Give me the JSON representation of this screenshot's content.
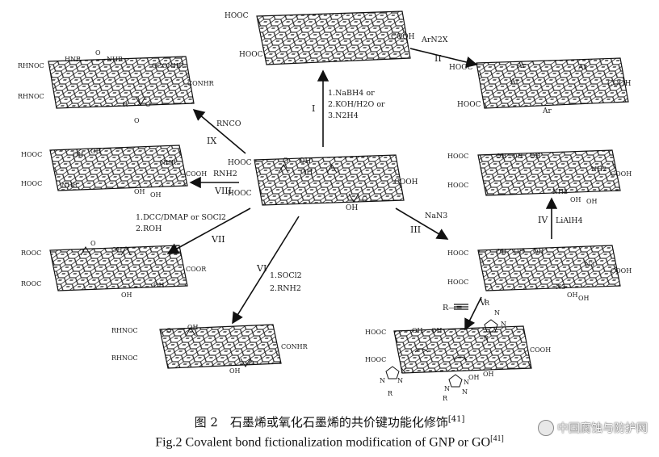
{
  "sheets": {
    "top": {
      "labels": [
        "HOOC",
        "COOH",
        "HOOC"
      ]
    },
    "topright": {
      "labels": [
        "HOOC",
        "Ar",
        "Ar",
        "COOH",
        "Ar",
        "HOOC",
        "Ar"
      ]
    },
    "topleft": {
      "labels": [
        "RHNOC",
        "HNR",
        "O",
        "NHR",
        "OCONHR",
        "CONHR",
        "RHNOC",
        "R",
        "O",
        "O"
      ]
    },
    "center": {
      "labels": [
        "HOOC",
        "O",
        "OH",
        "OH",
        "COOH",
        "HOOC",
        "OH",
        "O"
      ]
    },
    "left1": {
      "labels": [
        "HOOC",
        "OH",
        "OH",
        "NHR",
        "COOH",
        "HOOC",
        "NHR",
        "OH",
        "OH"
      ]
    },
    "right1": {
      "labels": [
        "HOOC",
        "OH",
        "OH",
        "OH",
        "NH2",
        "COOH",
        "HOOC",
        "NH2",
        "OH",
        "OH"
      ]
    },
    "left2": {
      "labels": [
        "ROOC",
        "O",
        "OH",
        "COOR",
        "ROOC",
        "OH",
        "OH"
      ]
    },
    "right2": {
      "labels": [
        "HOOC",
        "OH",
        "OH",
        "OH",
        "N3",
        "COOH",
        "HOOC",
        "N3",
        "OH",
        "OH"
      ]
    },
    "bottom_left": {
      "labels": [
        "RHNOC",
        "O",
        "OH",
        "CONHR",
        "RHNOC",
        "OH",
        "O"
      ]
    },
    "bottom_right": {
      "labels": [
        "HOOC",
        "OH",
        "OH",
        "N",
        "N",
        "N",
        "R",
        "COOH",
        "HOOC",
        "OH",
        "OH",
        "N",
        "N",
        "N",
        "N",
        "N",
        "N",
        "R",
        "R"
      ]
    }
  },
  "reactions": [
    {
      "numeral": "I",
      "reagents": [
        "1.NaBH4 or",
        "2.KOH/H2O or",
        "3.N2H4"
      ]
    },
    {
      "numeral": "II",
      "reagents": [
        "ArN2X"
      ]
    },
    {
      "numeral": "III",
      "reagents": [
        "NaN3"
      ]
    },
    {
      "numeral": "IV",
      "reagents": [
        "LiAlH4"
      ]
    },
    {
      "numeral": "V",
      "reagents": [
        "R—≡"
      ]
    },
    {
      "numeral": "VI",
      "reagents": [
        "1.SOCl2",
        "2.RNH2"
      ]
    },
    {
      "numeral": "VII",
      "reagents": [
        "1.DCC/DMAP or SOCl2",
        "2.ROH"
      ]
    },
    {
      "numeral": "VIII",
      "reagents": [
        "RNH2"
      ]
    },
    {
      "numeral": "IX",
      "reagents": [
        "RNCO"
      ]
    }
  ],
  "caption": {
    "cn": "图 2　石墨烯或氧化石墨烯的共价键功能化修饰",
    "en": "Fig.2 Covalent bond fictionalization modification of GNP or GO",
    "ref": "[41]"
  },
  "watermark": "中国腐蚀与防护网"
}
